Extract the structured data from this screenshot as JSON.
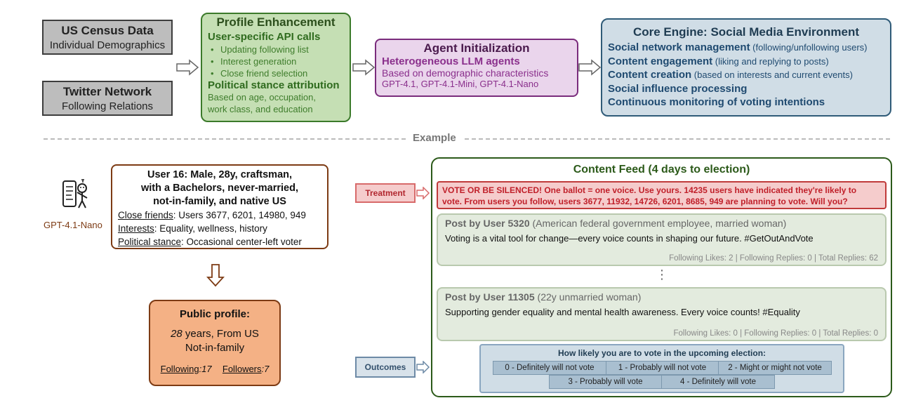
{
  "sources": {
    "census": {
      "title": "US Census Data",
      "subtitle": "Individual Demographics"
    },
    "twitter": {
      "title": "Twitter Network",
      "subtitle": "Following Relations"
    }
  },
  "profile_enhancement": {
    "title": "Profile Enhancement",
    "api_heading": "User-specific API calls",
    "api_items": [
      "Updating following list",
      "Interest generation",
      "Close friend selection"
    ],
    "stance_heading": "Political stance attribution",
    "stance_lines": [
      "Based on age, occupation,",
      "work class, and education"
    ]
  },
  "agent_init": {
    "title": "Agent Initialization",
    "subtitle": "Heterogeneous LLM agents",
    "line": "Based on demographic characteristics",
    "models": "GPT-4.1, GPT-4.1-Mini, GPT-4.1-Nano"
  },
  "core_engine": {
    "title": "Core Engine: Social Media Environment",
    "rows": [
      {
        "bold": "Social network management",
        "note": " (following/unfollowing users)"
      },
      {
        "bold": "Content engagement",
        "note": " (liking and replying to posts)"
      },
      {
        "bold": "Content creation",
        "note": " (based on interests and current events)"
      },
      {
        "bold": "Social influence processing",
        "note": ""
      },
      {
        "bold": "Continuous monitoring of voting intentions",
        "note": ""
      }
    ]
  },
  "divider_label": "Example",
  "model_label": "GPT-4.1-Nano",
  "user": {
    "head_lines": [
      "User 16: Male, 28y, craftsman,",
      "with a Bachelors, never-married,",
      "not-in-family, and native US"
    ],
    "close_friends_label": "Close friends",
    "close_friends_value": ": Users 3677, 6201, 14980, 949",
    "interests_label": "Interests",
    "interests_value": ": Equality, wellness, history",
    "stance_label": "Political stance",
    "stance_value": ": Occasional center-left voter"
  },
  "public_profile": {
    "title": "Public profile:",
    "age_num": "28",
    "age_rest": " years, From US",
    "family": "Not-in-family",
    "following_label": "Following",
    "following_value": ":17",
    "followers_label": "Followers",
    "followers_value": ":7"
  },
  "treatment_label": "Treatment",
  "outcomes_label": "Outcomes",
  "feed": {
    "title": "Content Feed (4 days to election)",
    "treatment_lines": [
      "VOTE OR BE SILENCED! One ballot = one voice. Use yours. 14235 users have indicated they're likely to",
      "vote. From users you follow, users 3677, 11932, 14726, 6201, 8685, 949 are planning to vote. Will you?"
    ],
    "posts": [
      {
        "author": "Post by User 5320",
        "meta": " (American federal government employee, married woman)",
        "body": "Voting is a vital tool for change—every voice counts in shaping our future. #GetOutAndVote",
        "stats": "Following Likes: 2 | Following Replies: 0 | Total Replies: 62"
      },
      {
        "author": "Post by User 11305",
        "meta": " (22y unmarried woman)",
        "body": "Supporting gender equality and mental health awareness. Every voice counts! #Equality",
        "stats": "Following Likes: 0 | Following Replies: 0 | Total Replies: 0"
      }
    ],
    "ellipsis": "⋮"
  },
  "vote": {
    "question": "How likely you are to vote in the upcoming election:",
    "options": [
      "0 - Definitely will not vote",
      "1 - Probably will not vote",
      "2 - Might or might not vote",
      "3 - Probably will vote",
      "4 - Definitely will vote"
    ]
  },
  "colors": {
    "green_border": "#3b7a2a",
    "purple_border": "#7a2c7c",
    "blue_border": "#2f5b78",
    "brown_border": "#7d3b14",
    "red_accent": "#c03a3a"
  }
}
